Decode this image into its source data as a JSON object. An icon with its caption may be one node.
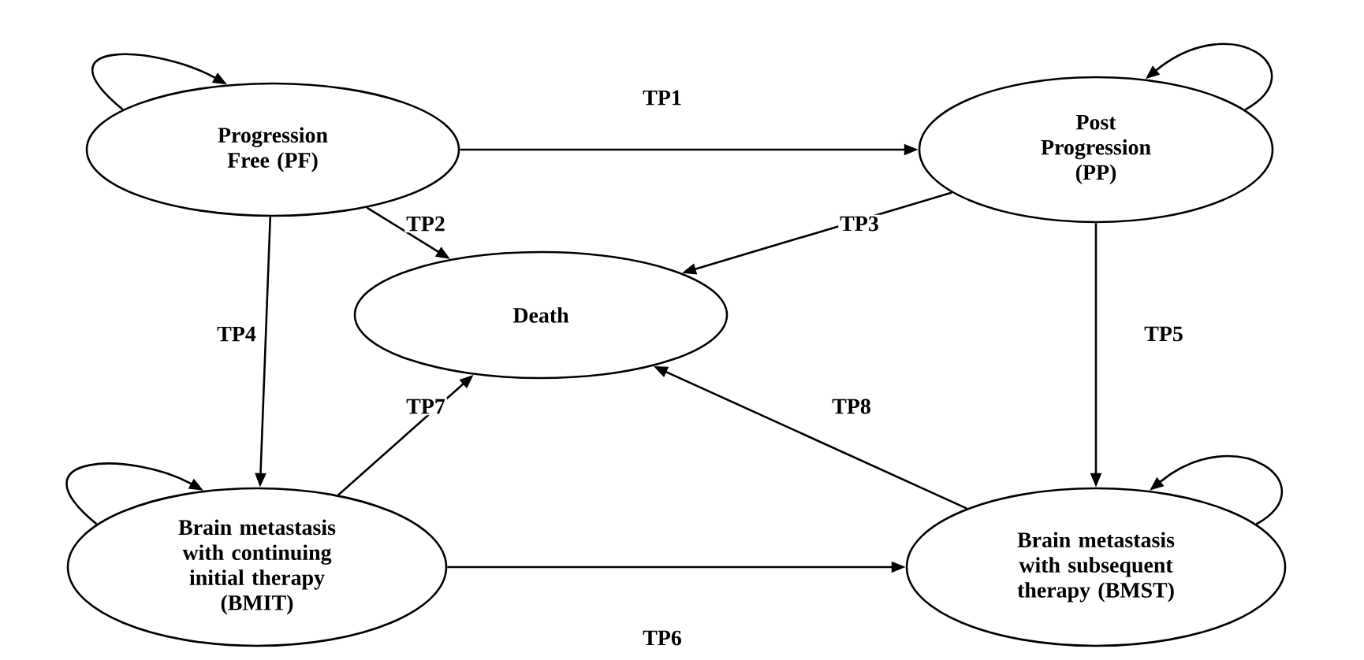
{
  "diagram": {
    "nodes": [
      {
        "text": [
          "Progression Free (PF)"
        ]
      },
      {
        "text": [
          "Post Progression (PP)"
        ]
      },
      {
        "text": [
          "Death"
        ]
      },
      {
        "text": [
          "Brain metastasis with continuing initial therapy (BMIT)"
        ]
      },
      {
        "text": [
          "Brain metastasis with subsequent therapy (BMST)"
        ]
      }
    ],
    "edges": [
      {
        "from": 0,
        "to": 1,
        "arrow": "to",
        "label": "TP1"
      },
      {
        "from": 0,
        "to": 2,
        "arrow": "to",
        "label": "TP2"
      },
      {
        "from": 1,
        "to": 2,
        "arrow": "to",
        "label": "TP3"
      },
      {
        "from": 0,
        "to": 3,
        "arrow": "to",
        "label": "TP4"
      },
      {
        "from": 1,
        "to": 4,
        "arrow": "to",
        "label": "TP5"
      },
      {
        "from": 3,
        "to": 4,
        "arrow": "to",
        "label": "TP6"
      },
      {
        "from": 3,
        "to": 2,
        "arrow": "to",
        "label": "TP7"
      },
      {
        "from": 4,
        "to": 2,
        "arrow": "to",
        "label": "TP8"
      },
      {
        "from": 0,
        "to": 0,
        "arrow": "to"
      },
      {
        "from": 1,
        "to": 1,
        "arrow": "to"
      },
      {
        "from": 3,
        "to": 3,
        "arrow": "to"
      },
      {
        "from": 4,
        "to": 4,
        "arrow": "to"
      }
    ]
  }
}
